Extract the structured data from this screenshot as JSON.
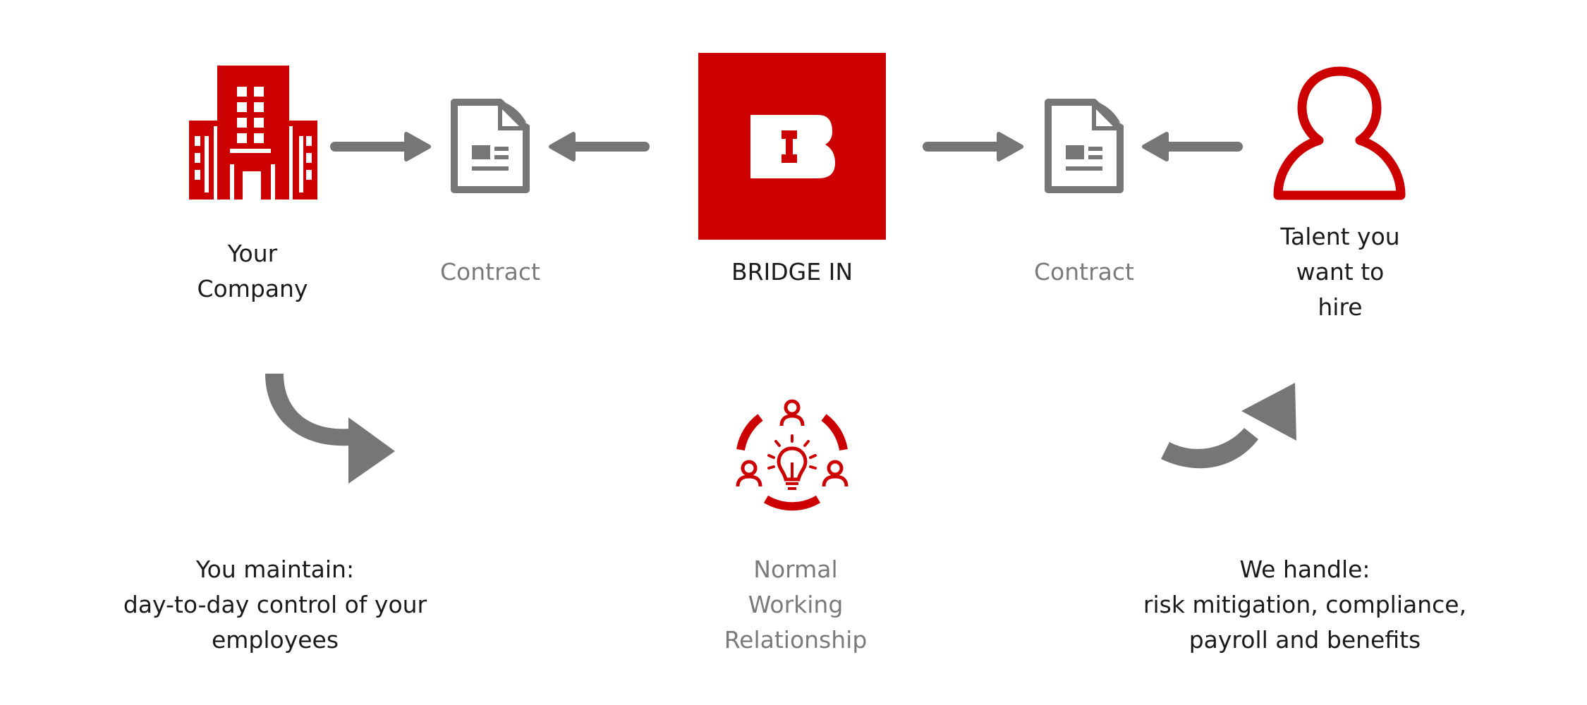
{
  "colors": {
    "brand_red": "#cc0000",
    "arrow_gray": "#767676",
    "text_dark": "#1a1a1a",
    "text_gray": "#7a7a7a"
  },
  "nodes": {
    "company": {
      "icon": "building-icon",
      "label": "Your\nCompany"
    },
    "contract_left": {
      "icon": "document-icon",
      "label": "Contract"
    },
    "bridge_in": {
      "icon": "bridge-in-logo",
      "logo_letter": "B",
      "label": "BRIDGE IN"
    },
    "contract_right": {
      "icon": "document-icon",
      "label": "Contract"
    },
    "talent": {
      "icon": "person-icon",
      "label": "Talent you\nwant to\nhire"
    }
  },
  "bottom": {
    "maintain": {
      "icon": "curved-arrow-down-right-icon",
      "text": "You maintain:\nday-to-day control of your\nemployees"
    },
    "relationship": {
      "icon": "team-idea-icon",
      "text": "Normal\nWorking\nRelationship"
    },
    "handle": {
      "icon": "curved-arrow-up-right-icon",
      "text": "We handle:\nrisk mitigation, compliance,\npayroll and benefits"
    }
  }
}
